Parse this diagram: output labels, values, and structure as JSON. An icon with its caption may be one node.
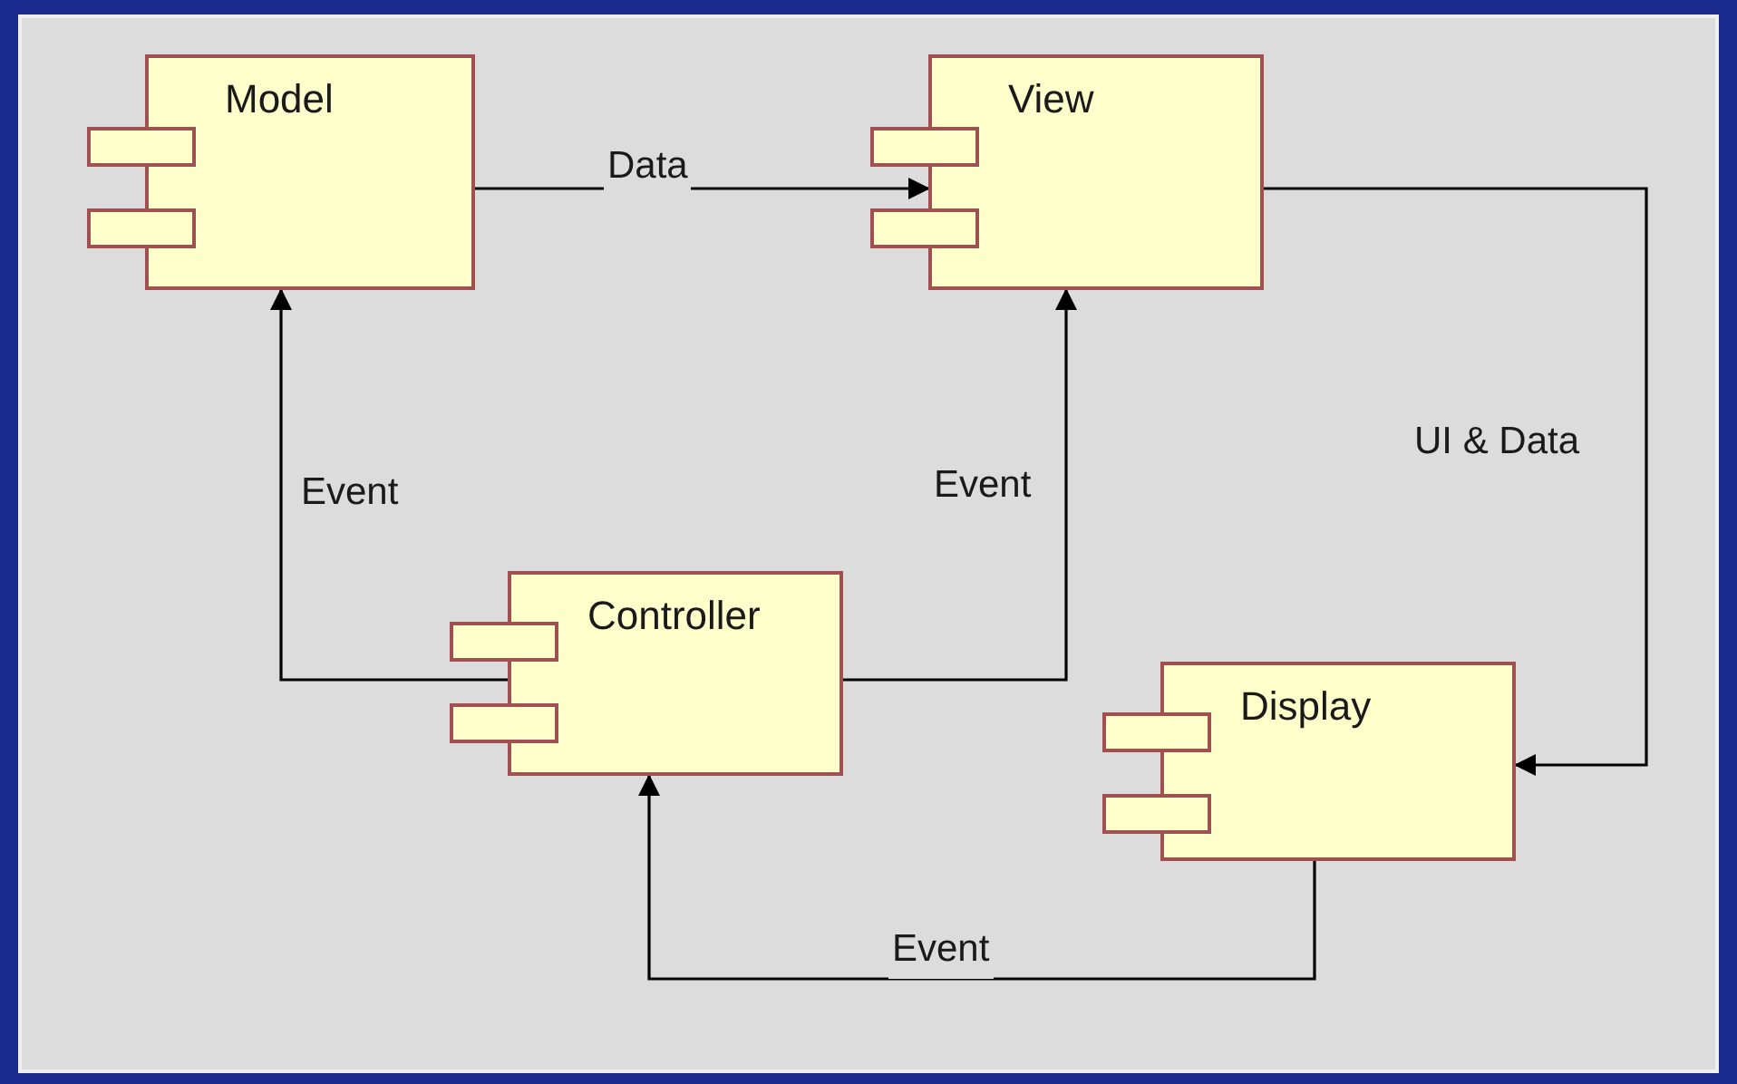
{
  "diagram": {
    "nodes": [
      {
        "text": [
          "Model"
        ]
      },
      {
        "text": [
          "View"
        ]
      },
      {
        "text": [
          "Controller"
        ]
      },
      {
        "text": [
          "Display"
        ]
      }
    ],
    "edges": [
      {
        "from": 0,
        "to": 1,
        "arrow": "to",
        "label": "Data"
      },
      {
        "from": 2,
        "to": 0,
        "arrow": "to",
        "label": "Event"
      },
      {
        "from": 2,
        "to": 1,
        "arrow": "to",
        "label": "Event"
      },
      {
        "from": 1,
        "to": 3,
        "arrow": "to",
        "label": "UI & Data"
      },
      {
        "from": 3,
        "to": 2,
        "arrow": "to",
        "label": "Event"
      }
    ]
  }
}
